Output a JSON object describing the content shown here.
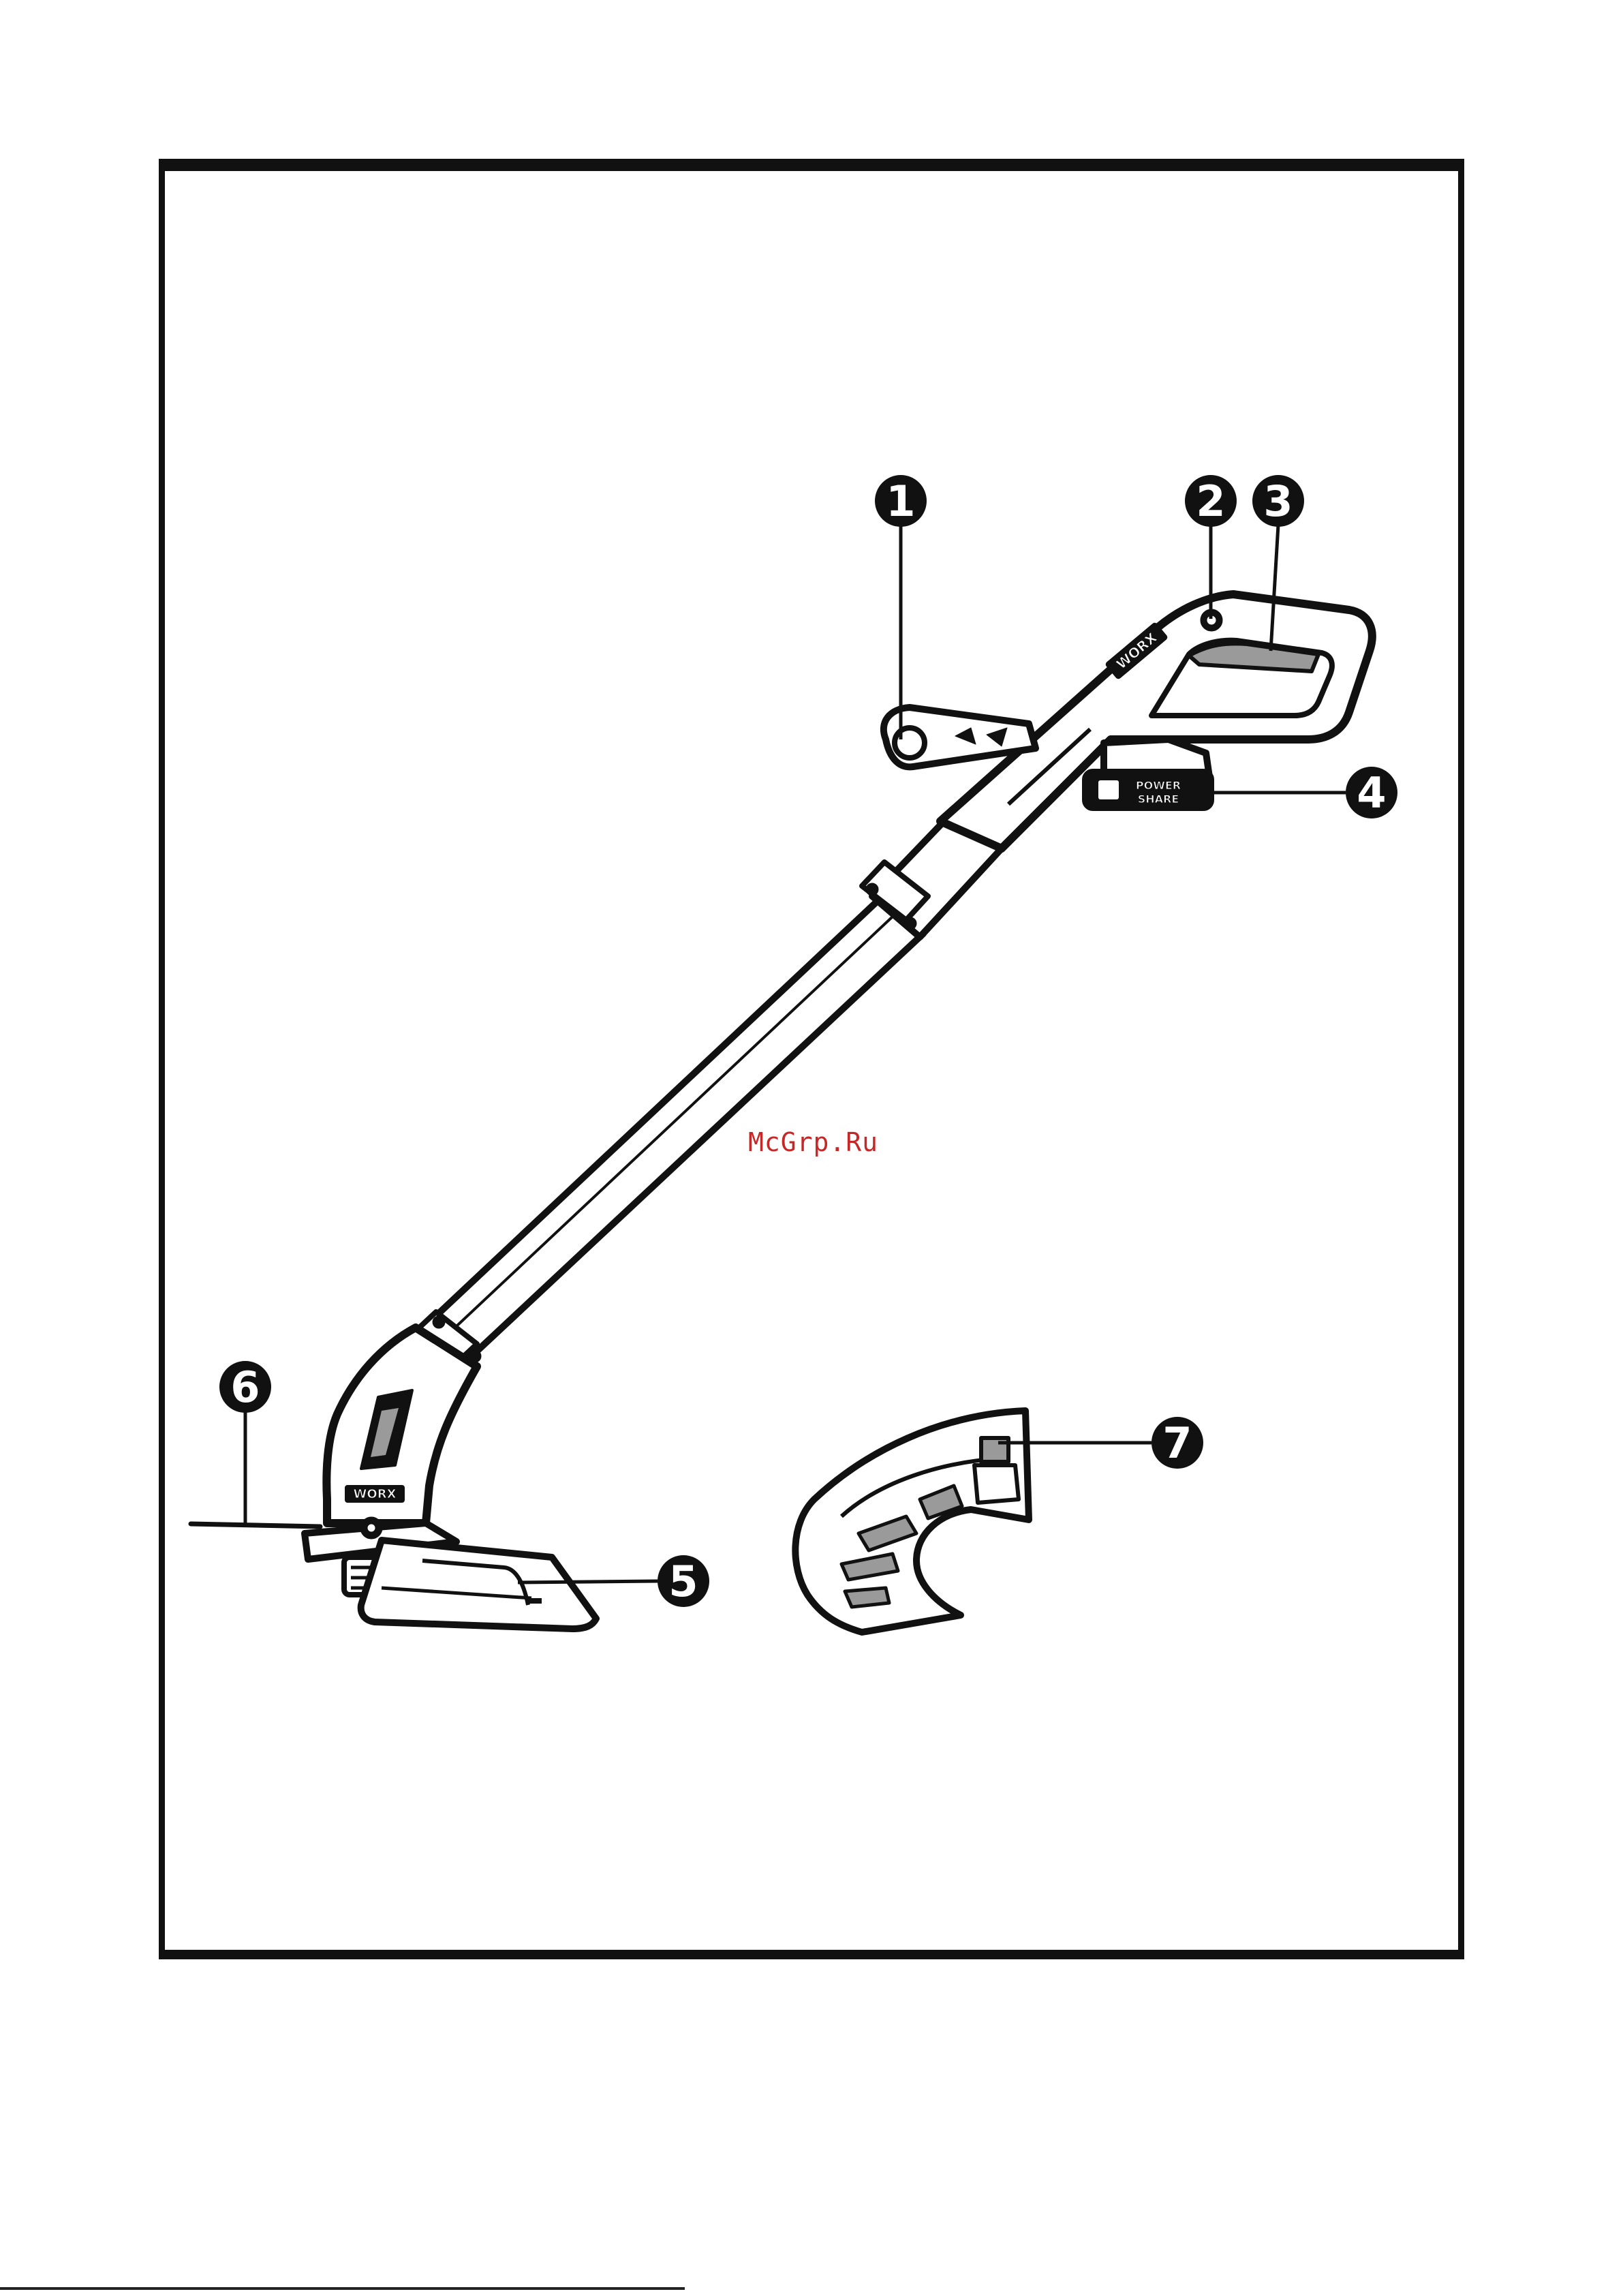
{
  "watermark": "McGrp.Ru",
  "callouts": [
    "1",
    "2",
    "3",
    "4",
    "5",
    "6",
    "7"
  ],
  "brand_marks": [
    "WORX"
  ],
  "battery_label": [
    "POWER",
    "SHARE"
  ],
  "colors": {
    "line": "#111111",
    "paper": "#ffffff",
    "watermark": "#c62828",
    "shade": "#9a9a9a"
  }
}
